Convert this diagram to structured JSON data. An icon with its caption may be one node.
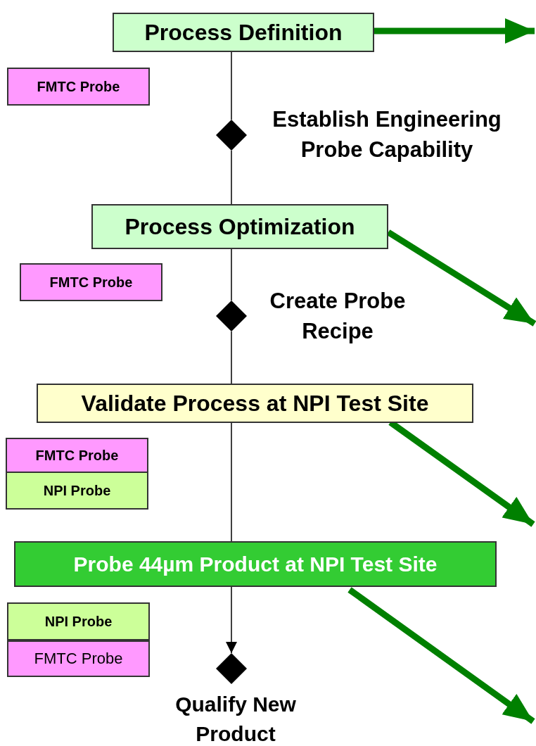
{
  "diagram": {
    "nodes": [
      {
        "text": [
          "Process Definition"
        ]
      },
      {
        "text": [
          "FMTC Probe"
        ]
      },
      {
        "text": [],
        "shape": "diamond",
        "beside": [
          "Establish Engineering Probe Capability"
        ]
      },
      {
        "text": [
          "Process Optimization"
        ]
      },
      {
        "text": [
          "FMTC Probe"
        ]
      },
      {
        "text": [],
        "shape": "diamond",
        "beside": [
          "Create Probe Recipe"
        ]
      },
      {
        "text": [
          "Validate Process at NPI Test Site"
        ]
      },
      {
        "text": [
          "FMTC Probe"
        ]
      },
      {
        "text": [
          "NPI Probe"
        ]
      },
      {
        "text": [
          "Probe 44µm Product at NPI Test Site"
        ]
      },
      {
        "text": [
          "NPI Probe"
        ]
      },
      {
        "text": [
          "FMTC Probe"
        ]
      },
      {
        "text": [],
        "shape": "diamond",
        "beside": [
          "Qualify New Product"
        ]
      }
    ],
    "edges": [
      {
        "from": 0,
        "to": 2,
        "arrow": "none"
      },
      {
        "from": 2,
        "to": 3,
        "arrow": "none"
      },
      {
        "from": 3,
        "to": 5,
        "arrow": "none"
      },
      {
        "from": 5,
        "to": 6,
        "arrow": "none"
      },
      {
        "from": 6,
        "to": 9,
        "arrow": "none"
      },
      {
        "from": 9,
        "to": 12,
        "arrow": "to"
      },
      {
        "from": 0,
        "to": null,
        "arrow": "to",
        "style": "thick",
        "color": "#008000"
      },
      {
        "from": 3,
        "to": null,
        "arrow": "to",
        "style": "thick",
        "color": "#008000"
      },
      {
        "from": 6,
        "to": null,
        "arrow": "to",
        "style": "thick",
        "color": "#008000"
      },
      {
        "from": 9,
        "to": null,
        "arrow": "to",
        "style": "thick",
        "color": "#008000"
      }
    ]
  }
}
